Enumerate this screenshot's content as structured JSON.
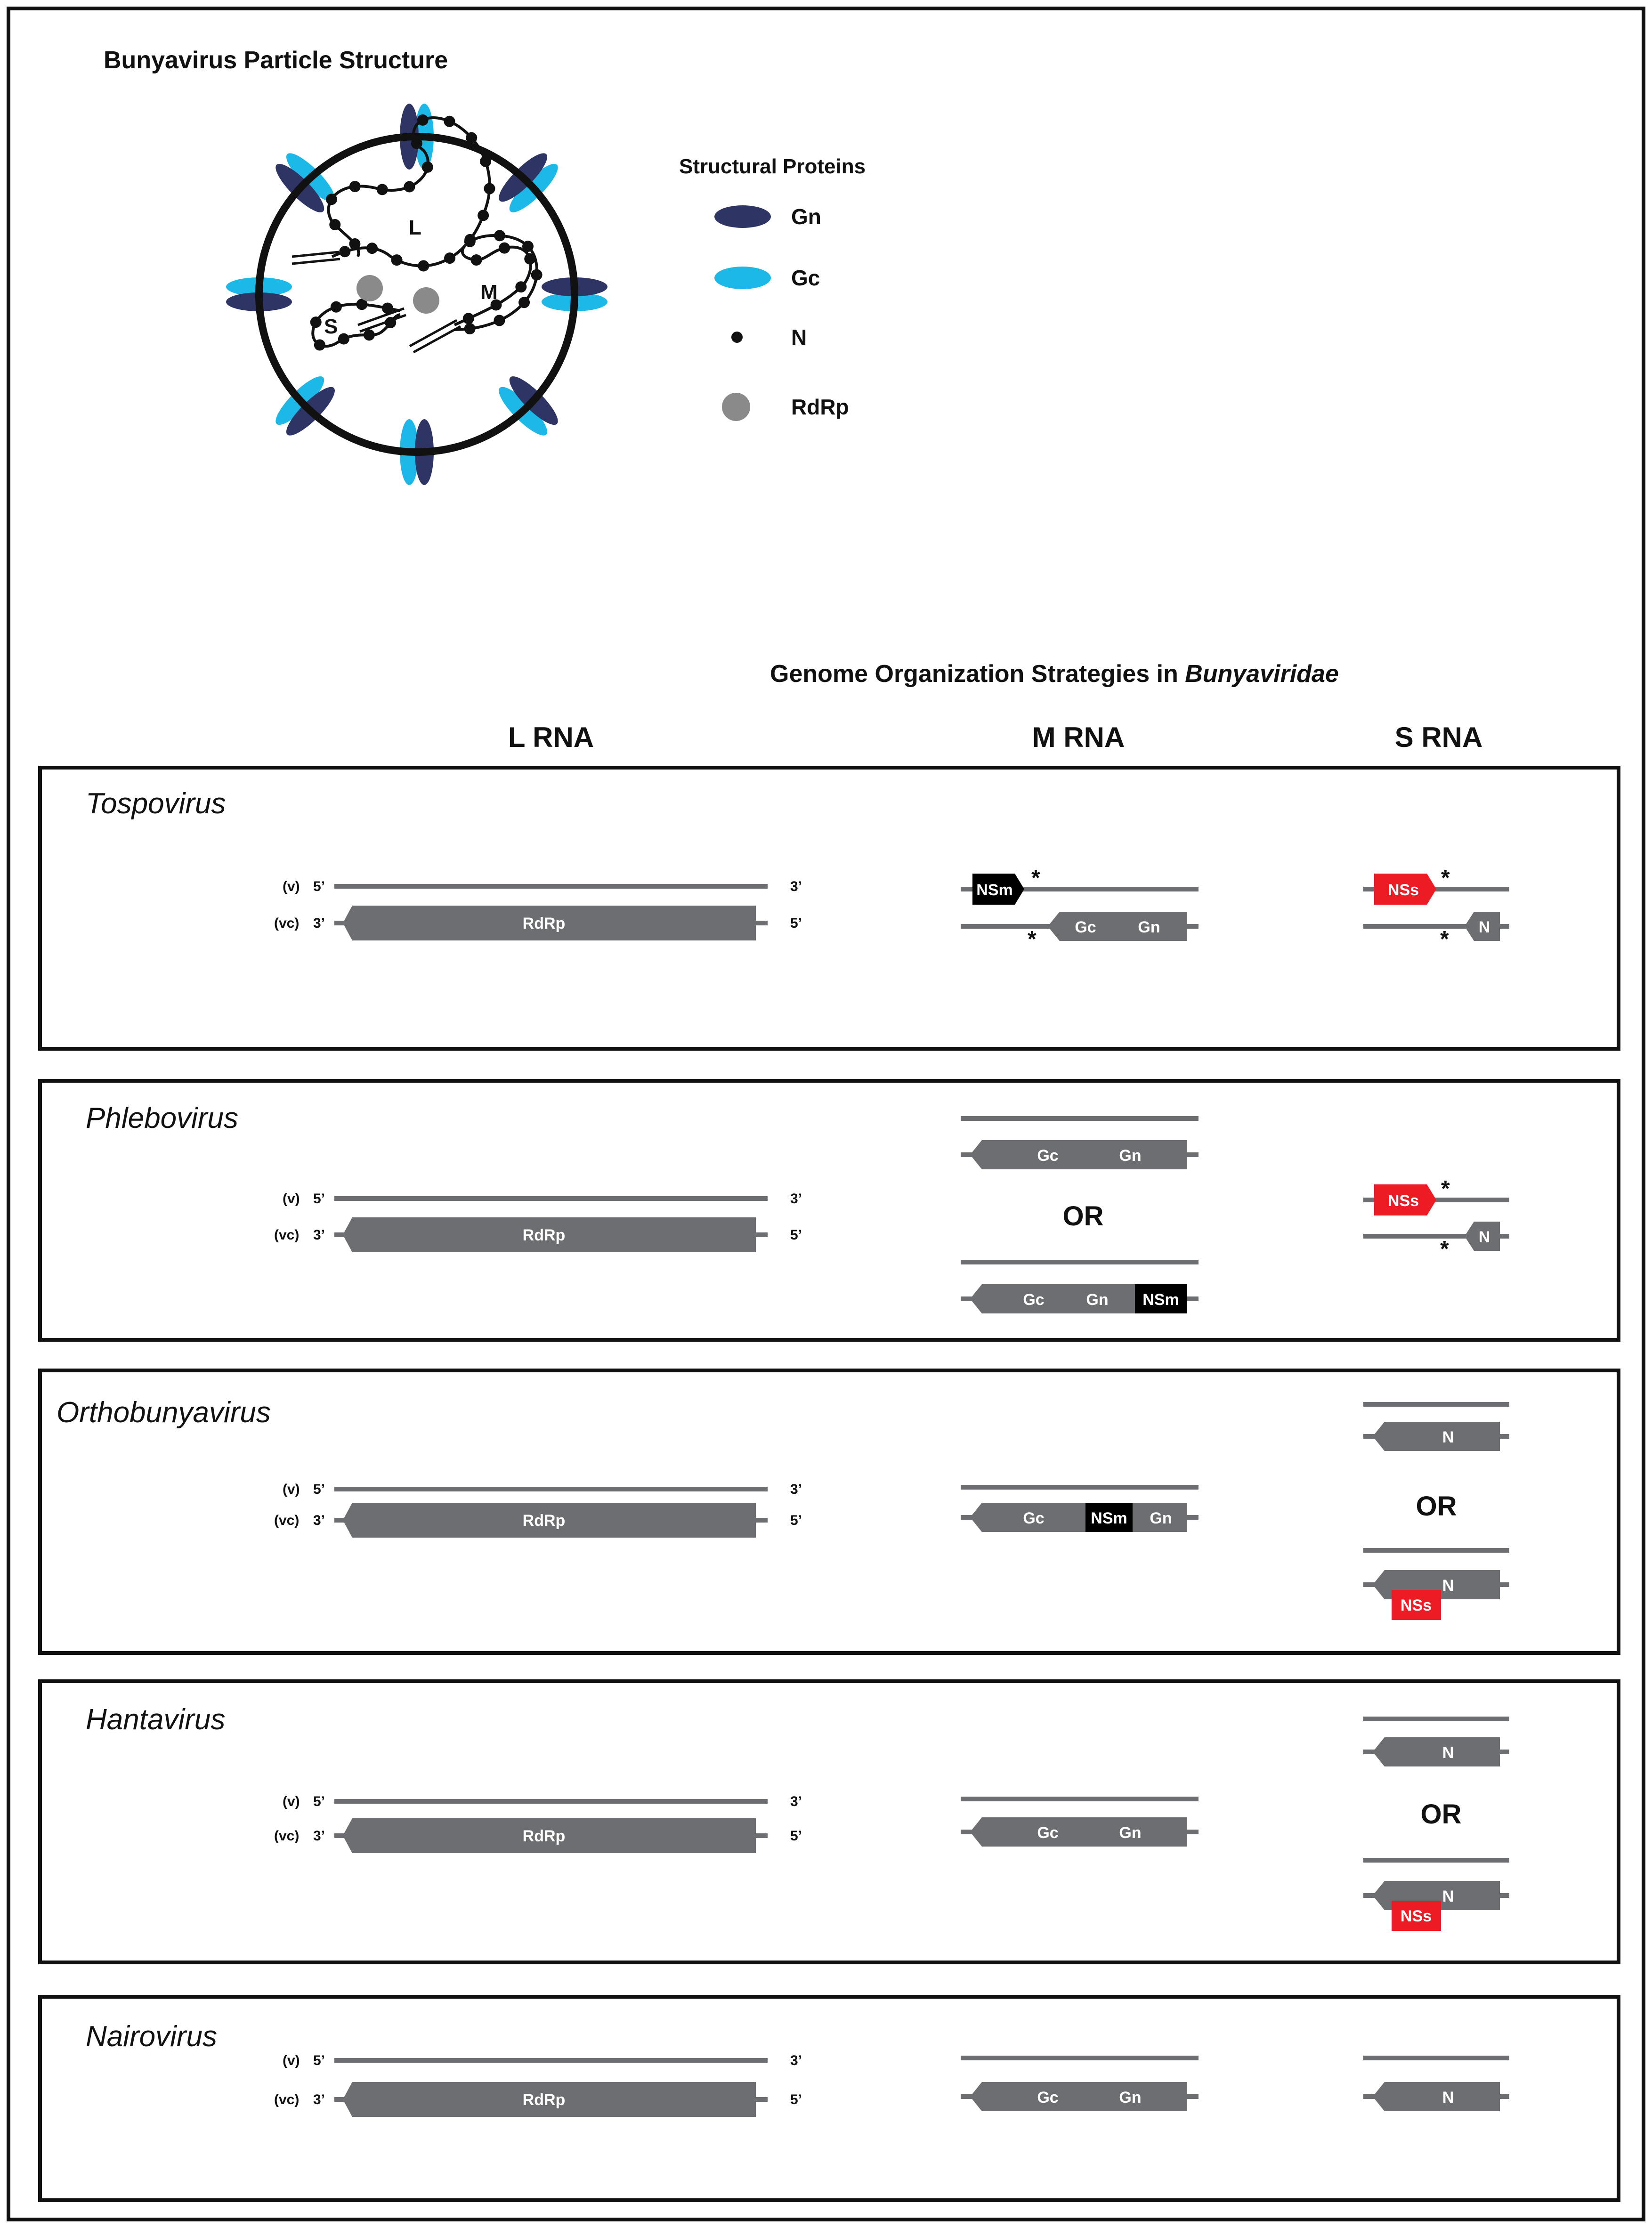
{
  "particle": {
    "title": "Bunyavirus Particle Structure",
    "segments": {
      "L": "L",
      "M": "M",
      "S": "S"
    }
  },
  "legend": {
    "title": "Structural Proteins",
    "items": [
      {
        "icon": "dark-ellipse-icon",
        "label": "Gn"
      },
      {
        "icon": "light-ellipse-icon",
        "label": "Gc"
      },
      {
        "icon": "small-dot-icon",
        "label": "N"
      },
      {
        "icon": "grey-circle-icon",
        "label": "RdRp"
      }
    ]
  },
  "genome": {
    "title_prefix": "Genome Organization Strategies in ",
    "title_family": "Bunyaviridae",
    "columns": {
      "l": "L RNA",
      "m": "M RNA",
      "s": "S RNA"
    },
    "strand_labels": {
      "v": "(v)",
      "vc": "(vc)",
      "five": "5’",
      "three": "3’"
    },
    "genes": {
      "rdrp": "RdRp",
      "gc": "Gc",
      "gn": "Gn",
      "nsm": "NSm",
      "nss": "NSs",
      "n": "N"
    },
    "or_label": "OR",
    "star": "*",
    "genera": [
      "Tospovirus",
      "Phlebovirus",
      "Orthobunyavirus",
      "Hantavirus",
      "Nairovirus"
    ]
  },
  "colors": {
    "gn": "#2e3464",
    "gc": "#1cb8e8",
    "strand": "#6d6e71",
    "gene_box": "#6d6e71",
    "nsm": "#000000",
    "nss": "#ed1c24",
    "rdrp_dot": "#8a8a8a"
  }
}
